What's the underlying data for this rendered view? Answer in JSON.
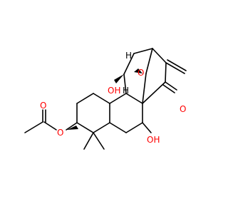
{
  "molecule": {
    "colors": {
      "oxygen": "#ff0000",
      "bond": "#000000",
      "background": "#ffffff"
    },
    "labels": {
      "acetate_o_carbonyl": "O",
      "acetate_o_ester": "O",
      "c7_oh": "OH",
      "ketone_o": "O",
      "c11_oh": "OH",
      "c11_h": "H",
      "bridge_o": "O",
      "bridge_h": "H"
    }
  }
}
